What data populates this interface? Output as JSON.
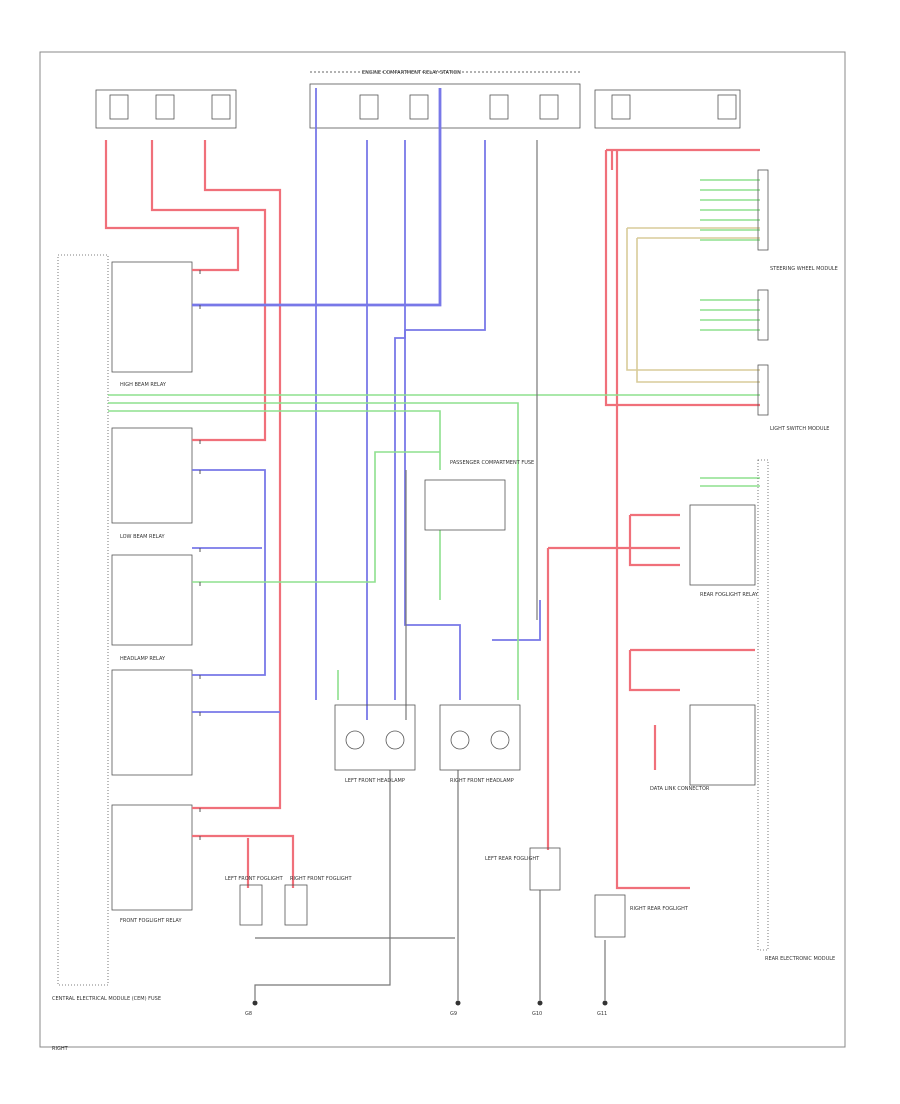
{
  "figure": {
    "top_bus_label": "ENGINE COMPARTMENT RELAY STATION",
    "bottom_left_note": "CENTRAL ELECTRICAL MODULE (CEM) FUSE",
    "footer_code": "RIGHT"
  },
  "components": {
    "high_beam_relay": "HIGH BEAM RELAY",
    "low_beam_relay": "LOW BEAM RELAY",
    "headlamp_relay": "HEADLAMP RELAY",
    "front_fog_relay": "FRONT FOGLIGHT RELAY",
    "left_headlamp": "LEFT FRONT HEADLAMP",
    "right_headlamp": "RIGHT FRONT HEADLAMP",
    "left_foglight": "LEFT FRONT FOGLIGHT",
    "right_foglight": "RIGHT FRONT FOGLIGHT",
    "left_rear_fog": "LEFT REAR FOGLIGHT",
    "right_rear_fog": "RIGHT REAR FOGLIGHT",
    "steering_wheel_module": "STEERING WHEEL MODULE",
    "light_switch_module": "LIGHT SWITCH MODULE",
    "rear_electronic_module": "REAR ELECTRONIC MODULE",
    "rear_foglight_relay": "REAR FOGLIGHT RELAY",
    "passenger_fuse": "PASSENGER COMPARTMENT FUSE",
    "data_link": "DATA LINK CONNECTOR"
  },
  "grounds": [
    "G8",
    "G9",
    "G10",
    "G11"
  ],
  "colors": {
    "red_wire": "#f0707a",
    "blue_wire": "#7878e8",
    "green_wire": "#8ee08e",
    "gray_wire": "#777777",
    "tan_wire": "#d8cc9a"
  }
}
